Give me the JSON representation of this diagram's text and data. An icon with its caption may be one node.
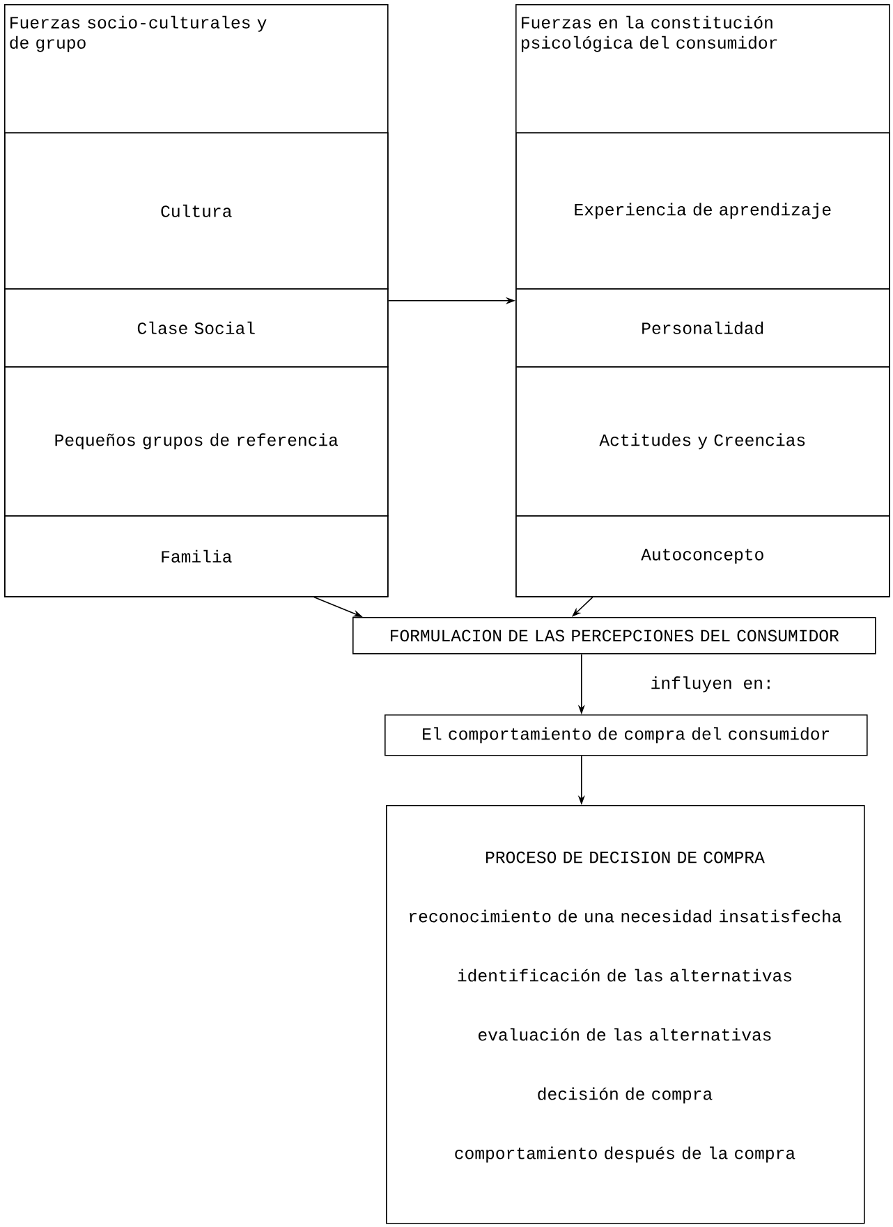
{
  "diagram": {
    "nodes": [
      {
        "text": [
          "Fuerzas socio-culturales y de grupo"
        ]
      },
      {
        "text": [
          "Cultura"
        ],
        "in": 0
      },
      {
        "text": [
          "Clase Social"
        ],
        "in": 0
      },
      {
        "text": [
          "Pequeños grupos de referencia"
        ],
        "in": 0
      },
      {
        "text": [
          "Familia"
        ],
        "in": 0
      },
      {
        "text": [
          "Fuerzas en la constitución psicológica del consumidor"
        ]
      },
      {
        "text": [
          "Experiencia de aprendizaje"
        ],
        "in": 5
      },
      {
        "text": [
          "Personalidad"
        ],
        "in": 5
      },
      {
        "text": [
          "Actitudes y Creencias"
        ],
        "in": 5
      },
      {
        "text": [
          "Autoconcepto"
        ],
        "in": 5
      },
      {
        "text": [
          "FORMULACION DE LAS PERCEPCIONES DEL CONSUMIDOR"
        ]
      },
      {
        "text": [
          "El comportamiento de compra del consumidor"
        ]
      },
      {
        "text": [
          "PROCESO DE DECISION DE COMPRA",
          "reconocimiento de una necesidad insatisfecha",
          "identificación de las alternativas",
          "evaluación de las alternativas",
          "decisión de compra",
          "comportamiento después de la compra"
        ]
      }
    ],
    "edges": [
      {
        "from": 0,
        "to": 5,
        "arrow": "to"
      },
      {
        "from": 0,
        "to": 10,
        "arrow": "to"
      },
      {
        "from": 5,
        "to": 10,
        "arrow": "to"
      },
      {
        "from": 10,
        "to": 11,
        "arrow": "to",
        "label": "influyen en:"
      },
      {
        "from": 11,
        "to": 12,
        "arrow": "to"
      }
    ]
  }
}
